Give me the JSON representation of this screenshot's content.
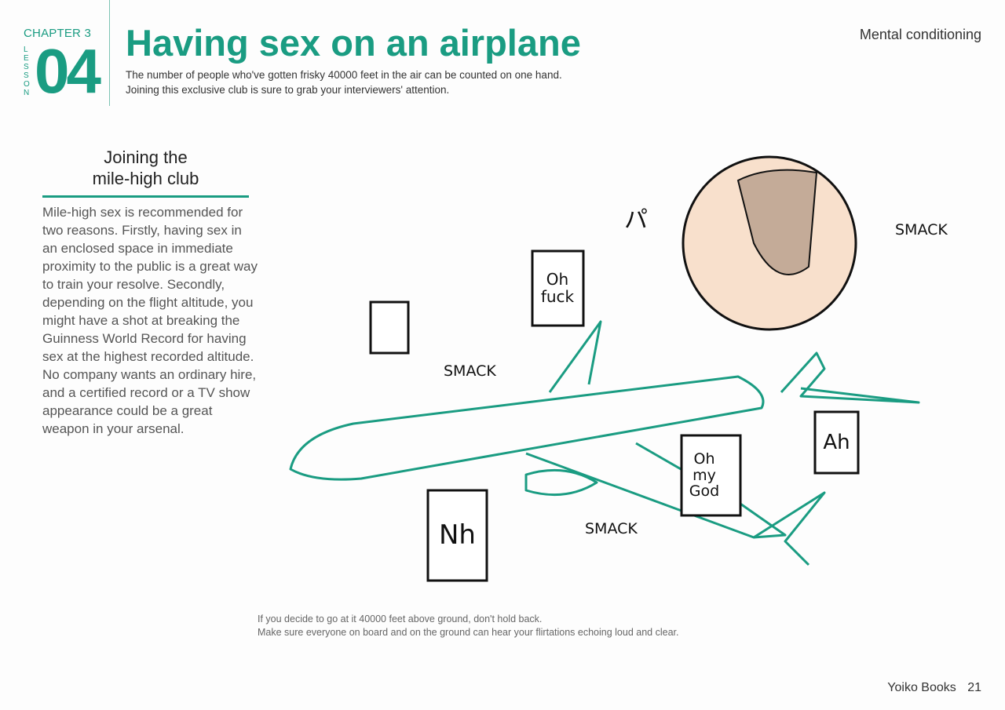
{
  "header": {
    "chapter": "CHAPTER 3",
    "lesson_label": "LESSON",
    "lesson_number": "04",
    "title": "Having sex on an airplane",
    "subtitle_lines": [
      "The number of people who've gotten frisky 40000 feet in the air can be counted on one hand.",
      "Joining this exclusive club is sure to grab your interviewers' attention."
    ],
    "section": "Mental conditioning"
  },
  "sidebar": {
    "heading_lines": [
      "Joining the",
      "mile-high club"
    ],
    "body": "Mile-high sex is recommended for two reasons. Firstly, having sex in an enclosed space in immediate proximity to the public is a great way to train your resolve. Secondly, depending on the flight altitude, you might have a shot at breaking the Guinness World Record for having sex at the highest recorded altitude. No company wants an ordinary hire, and a certified record or a TV show appearance could be a great weapon in your arsenal."
  },
  "illustration": {
    "sfx": [
      "SMACK",
      "SMACK",
      "SMACK",
      "パ"
    ],
    "bubbles": [
      "Oh fuck",
      "Oh my God",
      "Ah",
      "Nh"
    ]
  },
  "caption_lines": [
    "If you decide to go at it 40000 feet above ground, don't hold back.",
    "Make sure everyone on board and on the ground can hear your flirtations echoing loud and clear."
  ],
  "footer": {
    "publisher": "Yoiko Books",
    "page": "21"
  },
  "colors": {
    "accent": "#1a9c82",
    "heart": "#e57a86"
  }
}
